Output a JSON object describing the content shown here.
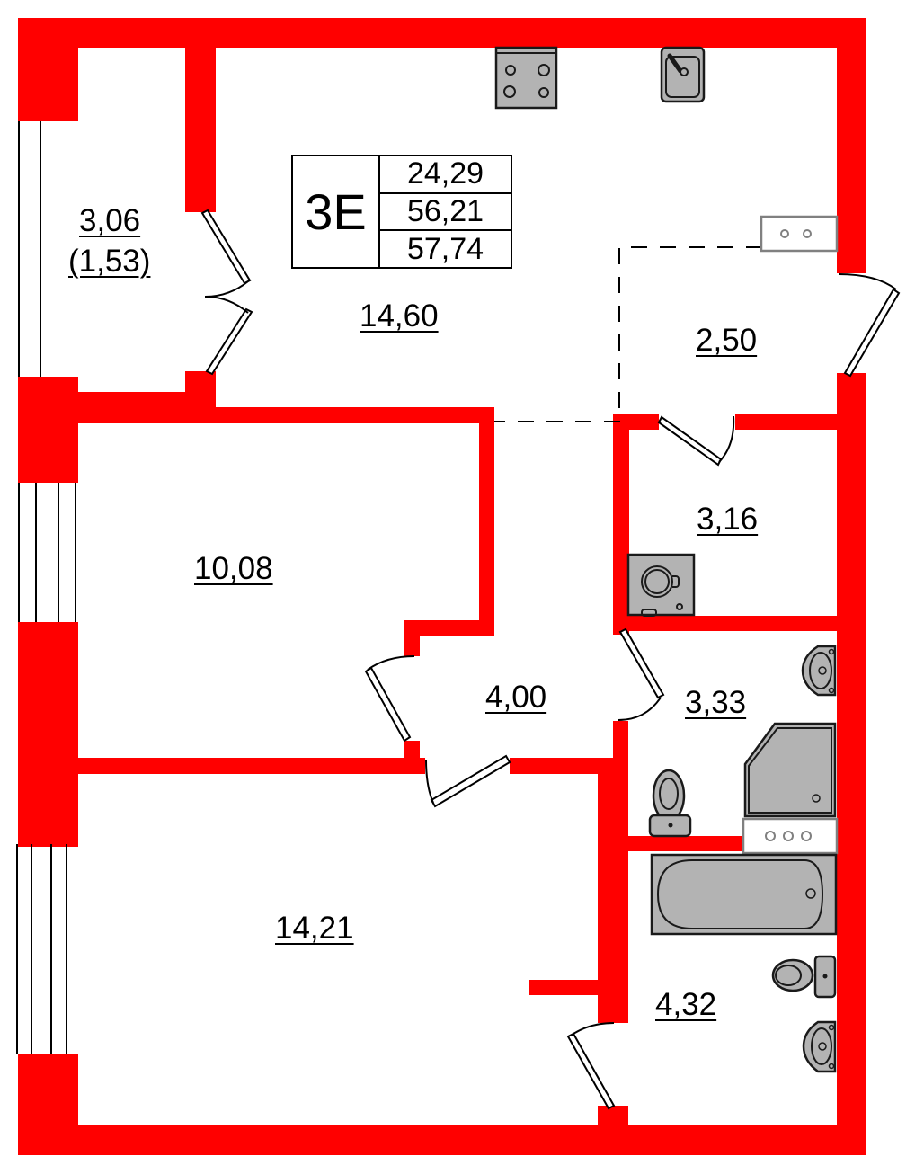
{
  "apartment": {
    "type_code": "3Е",
    "areas": {
      "living_area": "24,29",
      "total_area": "56,21",
      "total_with_balcony": "57,74"
    }
  },
  "rooms": [
    {
      "id": "balcony",
      "label": "3,06",
      "sublabel": "(1,53)"
    },
    {
      "id": "kitchen-living",
      "label": "14,60"
    },
    {
      "id": "entry-hall",
      "label": "2,50"
    },
    {
      "id": "bedroom-1",
      "label": "10,08"
    },
    {
      "id": "corridor",
      "label": "4,00"
    },
    {
      "id": "laundry",
      "label": "3,16"
    },
    {
      "id": "bathroom-1",
      "label": "3,33"
    },
    {
      "id": "bedroom-2",
      "label": "14,21"
    },
    {
      "id": "bathroom-2",
      "label": "4,32"
    }
  ],
  "colors": {
    "wall": "#ff0000",
    "fixture": "#b3b3b3",
    "outline": "#000000",
    "panel_outline": "#808080"
  }
}
